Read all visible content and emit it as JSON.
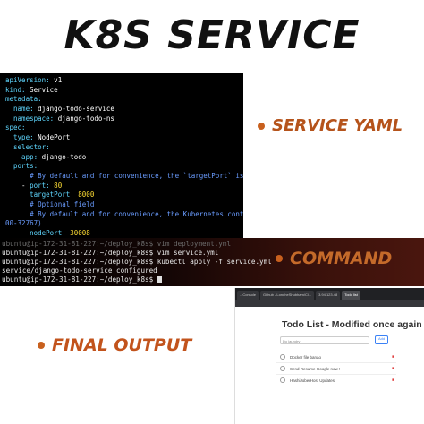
{
  "title": "K8S SERVICE",
  "labels": {
    "service_yaml": "SERVICE YAML",
    "command": "COMMAND",
    "final_output": "FINAL OUTPUT"
  },
  "yaml_lines": {
    "l1_key": "apiVersion:",
    "l1_val": " v1",
    "l2_key": "kind:",
    "l2_val": " Service",
    "l3_key": "metadata:",
    "l4_key": "  name:",
    "l4_val": " django-todo-service",
    "l5_key": "  namespace:",
    "l5_val": " django-todo-ns",
    "l6_key": "spec:",
    "l7_key": "  type:",
    "l7_val": " NodePort",
    "l8_key": "  selector:",
    "l9_key": "    app:",
    "l9_val": " django-todo",
    "l10_key": "  ports:",
    "l11_comment": "      # By default and for convenience, the `targetPort` is set to th",
    "l12_dash": "    - ",
    "l12_key": "port:",
    "l12_val": " 80",
    "l13_key": "      targetPort:",
    "l13_val": " 8000",
    "l14_comment": "      # Optional field",
    "l15_comment": "      # By default and for convenience, the Kubernetes control plane",
    "l16_comment": "00-32767)",
    "l17_key": "      nodePort:",
    "l17_val": " 30008",
    "tilde": "~"
  },
  "terminal": {
    "line0": "ubuntu@ip-172-31-81-227:~/deploy_k8s$ vim deployment.yml",
    "line1": "ubuntu@ip-172-31-81-227:~/deploy_k8s$ vim service.yml",
    "line2": "ubuntu@ip-172-31-81-227:~/deploy_k8s$ kubectl apply -f service.yml",
    "line3": "service/django-todo-service configured",
    "line4": "ubuntu@ip-172-31-81-227:~/deploy_k8s$ "
  },
  "browser": {
    "tabs": [
      "...Console",
      "Github - LondheShubham/Cl...",
      "3.94.123.48",
      "Todo list"
    ],
    "heading": "Todo List - Modified once again",
    "input_placeholder": "Do laundry",
    "add_label": "Add",
    "items": [
      "Docker file banao",
      "Send Resume Google now !",
      "HashiJoberHost Updates"
    ]
  },
  "colors": {
    "accent_orange": "#c2531c",
    "yaml_key": "#5fd7ff",
    "yaml_number": "#ffdd33",
    "yaml_comment": "#6a9cff"
  }
}
